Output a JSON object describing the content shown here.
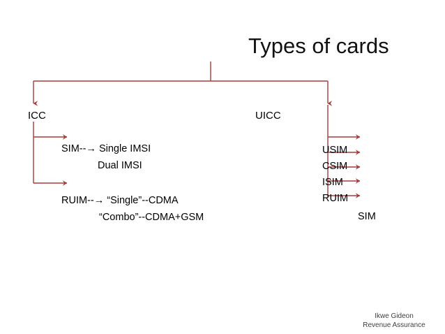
{
  "slide": {
    "title": "Types of cards",
    "background_color": "#ffffff",
    "connector_color": "#a83a3a",
    "text_color": "#000000"
  },
  "diagram": {
    "type": "tree",
    "root_label": "Types of cards",
    "branches": [
      {
        "id": "icc",
        "label": "ICC",
        "leaves": [
          {
            "id": "sim-single-imsi",
            "label": "SIM--→ Single IMSI",
            "has_arrow": true
          },
          {
            "id": "dual-imsi",
            "label": "Dual IMSI",
            "has_arrow": false
          },
          {
            "id": "ruim-single-cdma",
            "label": "RUIM--→ “Single”--CDMA",
            "has_arrow": true
          },
          {
            "id": "combo-cdma-gsm",
            "label": "“Combo”--CDMA+GSM",
            "has_arrow": false
          }
        ]
      },
      {
        "id": "uicc",
        "label": "UICC",
        "leaves": [
          {
            "id": "usim",
            "label": "USIM",
            "has_arrow": true
          },
          {
            "id": "csim",
            "label": "CSIM",
            "has_arrow": true
          },
          {
            "id": "isim",
            "label": "ISIM",
            "has_arrow": true
          },
          {
            "id": "ruim",
            "label": "RUIM",
            "has_arrow": true
          },
          {
            "id": "sim",
            "label": "SIM",
            "has_arrow": false
          }
        ]
      }
    ]
  },
  "credit": {
    "name": "Ikwe Gideon",
    "department": "Revenue Assurance"
  }
}
